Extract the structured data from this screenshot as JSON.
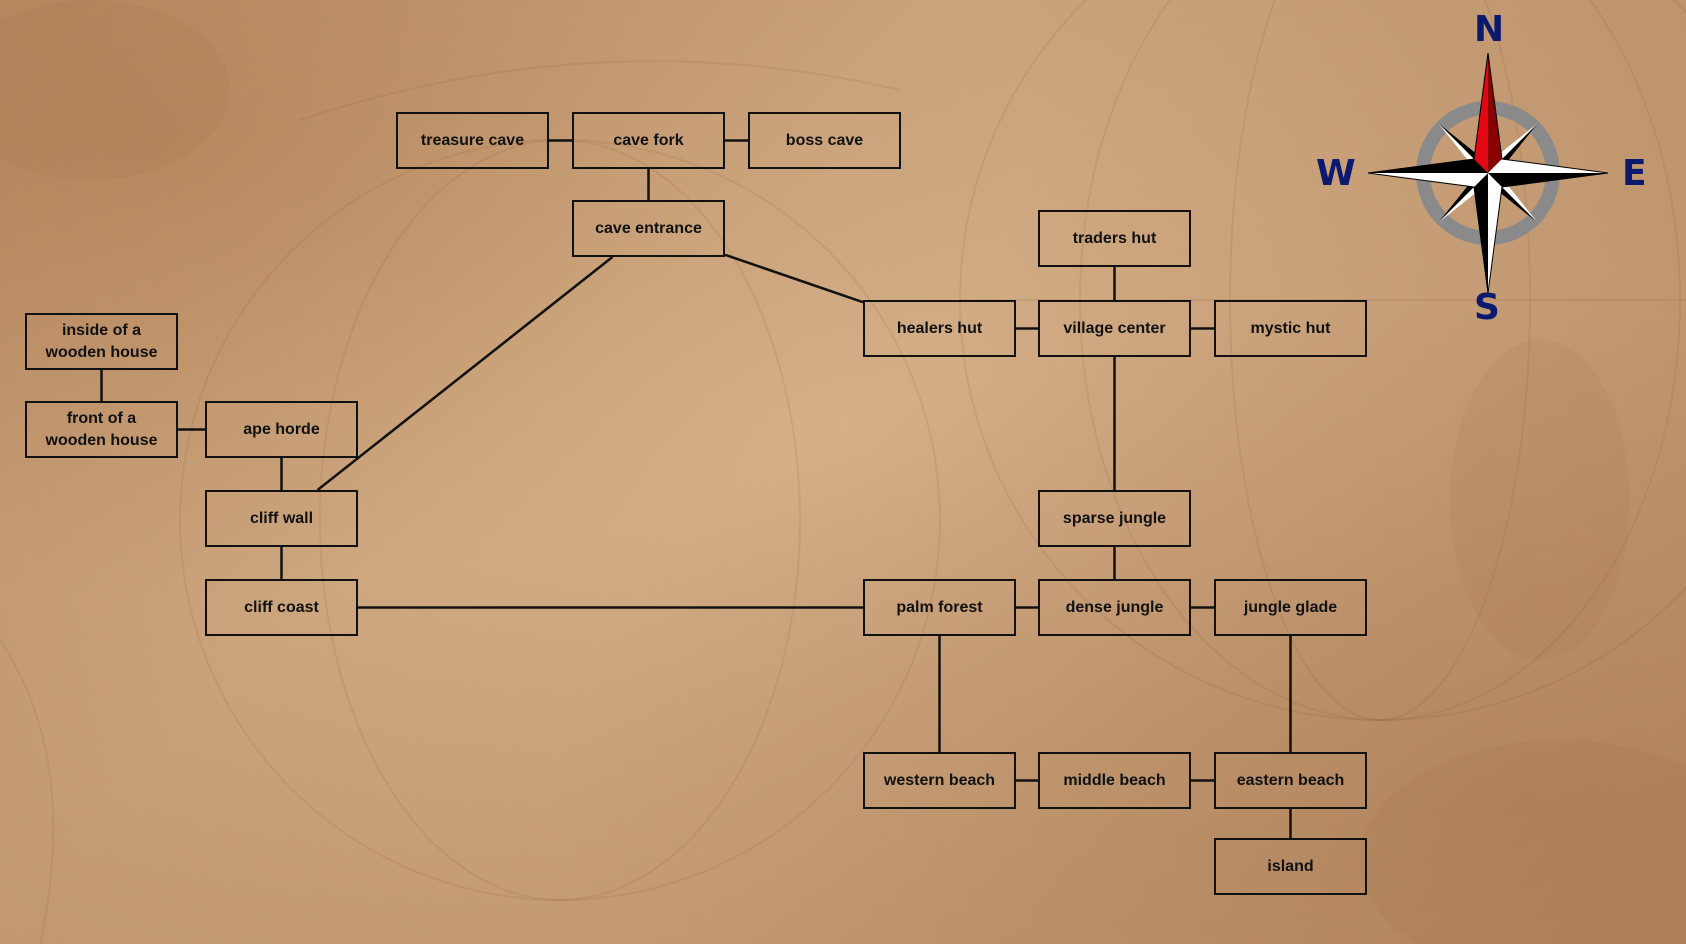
{
  "diagram": {
    "nodes": [
      {
        "id": "treasure_cave",
        "label": "treasure cave"
      },
      {
        "id": "cave_fork",
        "label": "cave fork"
      },
      {
        "id": "boss_cave",
        "label": "boss cave"
      },
      {
        "id": "cave_entrance",
        "label": "cave entrance"
      },
      {
        "id": "traders_hut",
        "label": "traders hut"
      },
      {
        "id": "healers_hut",
        "label": "healers hut"
      },
      {
        "id": "village_center",
        "label": "village center"
      },
      {
        "id": "mystic_hut",
        "label": "mystic hut"
      },
      {
        "id": "inside_house",
        "label": "inside of a\nwooden house"
      },
      {
        "id": "front_house",
        "label": "front of a\nwooden house"
      },
      {
        "id": "ape_horde",
        "label": "ape horde"
      },
      {
        "id": "cliff_wall",
        "label": "cliff wall"
      },
      {
        "id": "sparse_jungle",
        "label": "sparse jungle"
      },
      {
        "id": "cliff_coast",
        "label": "cliff coast"
      },
      {
        "id": "palm_forest",
        "label": "palm forest"
      },
      {
        "id": "dense_jungle",
        "label": "dense jungle"
      },
      {
        "id": "jungle_glade",
        "label": "jungle glade"
      },
      {
        "id": "western_beach",
        "label": "western beach"
      },
      {
        "id": "middle_beach",
        "label": "middle beach"
      },
      {
        "id": "eastern_beach",
        "label": "eastern beach"
      },
      {
        "id": "island",
        "label": "island"
      }
    ],
    "edges": [
      [
        "treasure_cave",
        "cave_fork"
      ],
      [
        "cave_fork",
        "boss_cave"
      ],
      [
        "cave_fork",
        "cave_entrance"
      ],
      [
        "cave_entrance",
        "cliff_wall"
      ],
      [
        "cave_entrance",
        "healers_hut"
      ],
      [
        "traders_hut",
        "village_center"
      ],
      [
        "healers_hut",
        "village_center"
      ],
      [
        "village_center",
        "mystic_hut"
      ],
      [
        "village_center",
        "sparse_jungle"
      ],
      [
        "inside_house",
        "front_house"
      ],
      [
        "front_house",
        "ape_horde"
      ],
      [
        "ape_horde",
        "cliff_wall"
      ],
      [
        "cliff_wall",
        "cliff_coast"
      ],
      [
        "cliff_coast",
        "palm_forest"
      ],
      [
        "sparse_jungle",
        "dense_jungle"
      ],
      [
        "palm_forest",
        "dense_jungle"
      ],
      [
        "dense_jungle",
        "jungle_glade"
      ],
      [
        "palm_forest",
        "western_beach"
      ],
      [
        "jungle_glade",
        "eastern_beach"
      ],
      [
        "western_beach",
        "middle_beach"
      ],
      [
        "middle_beach",
        "eastern_beach"
      ],
      [
        "eastern_beach",
        "island"
      ]
    ]
  },
  "compass": {
    "north": "N",
    "south": "S",
    "east": "E",
    "west": "W",
    "needle_color": "#e30613",
    "ring_color": "#8a8a8a",
    "letter_color": "#0b1a6e"
  },
  "colors": {
    "line": "#111111",
    "text": "#111111"
  }
}
